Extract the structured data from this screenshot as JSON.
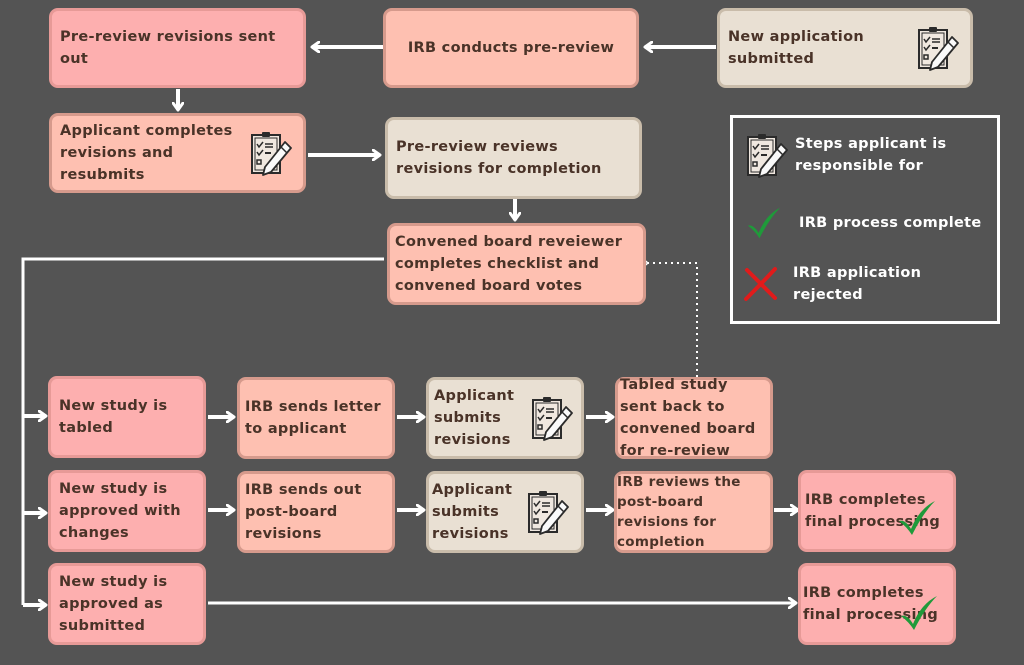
{
  "diagram": {
    "nodes": {
      "new_application": "New application submitted",
      "irb_prereview": "IRB conducts pre-review",
      "prereview_revisions_sent": "Pre-review revisions sent out",
      "applicant_completes": "Applicant completes revisions and resubmits",
      "prereview_reviews": "Pre-review reviews revisions for completion",
      "convened_board": "Convened board reveiewer completes checklist and convened board votes",
      "tabled": "New study is tabled",
      "sends_letter": "IRB sends letter to applicant",
      "applicant_submits_1": "Applicant submits revisions",
      "tabled_sent_back": "Tabled study sent back to convened board for re-review",
      "approved_changes": "New study is approved with changes",
      "sends_postboard": "IRB sends out post-board revisions",
      "applicant_submits_2": "Applicant submits revisions",
      "irb_reviews_postboard": "IRB reviews the post-board revisions for completion",
      "final_processing_1": "IRB completes final processing",
      "approved_submitted": "New study is approved as submitted",
      "final_processing_2": "IRB completes final processing"
    },
    "edges": [
      [
        "new_application",
        "irb_prereview"
      ],
      [
        "irb_prereview",
        "prereview_revisions_sent"
      ],
      [
        "prereview_revisions_sent",
        "applicant_completes"
      ],
      [
        "applicant_completes",
        "prereview_reviews"
      ],
      [
        "prereview_reviews",
        "convened_board"
      ],
      [
        "convened_board",
        "tabled"
      ],
      [
        "convened_board",
        "approved_changes"
      ],
      [
        "convened_board",
        "approved_submitted"
      ],
      [
        "tabled",
        "sends_letter"
      ],
      [
        "sends_letter",
        "applicant_submits_1"
      ],
      [
        "applicant_submits_1",
        "tabled_sent_back"
      ],
      [
        "tabled_sent_back",
        "convened_board",
        "dotted"
      ],
      [
        "approved_changes",
        "sends_postboard"
      ],
      [
        "sends_postboard",
        "applicant_submits_2"
      ],
      [
        "applicant_submits_2",
        "irb_reviews_postboard"
      ],
      [
        "irb_reviews_postboard",
        "final_processing_1"
      ],
      [
        "approved_submitted",
        "final_processing_2"
      ]
    ]
  },
  "legend": {
    "applicant": "Steps applicant is responsible for",
    "complete": "IRB process complete",
    "rejected": "IRB application rejected"
  },
  "colors": {
    "background": "#545454",
    "irb_step": "#fec0b1",
    "decision_step": "#fdafaf",
    "applicant_step": "#e9e0d3",
    "check": "#1f9a3a",
    "cross": "#e01b1b",
    "connector": "#ffffff"
  }
}
